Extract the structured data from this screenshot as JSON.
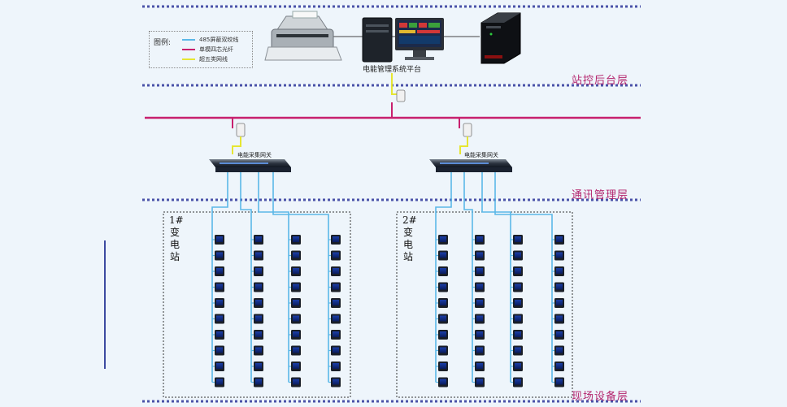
{
  "layers": {
    "station": "站控后台层",
    "comm": "通讯管理层",
    "field": "现场设备层"
  },
  "legend": {
    "title": "图例:",
    "items": [
      {
        "label": "485屏蔽双绞线",
        "color": "#5bb8e8"
      },
      {
        "label": "单模四芯光纤",
        "color": "#c8206e"
      },
      {
        "label": "超五类网线",
        "color": "#e6e632"
      }
    ]
  },
  "platform": {
    "label": "电能管理系统平台",
    "devices": [
      "printer-icon",
      "computer-icon",
      "ups-icon"
    ]
  },
  "gateways": [
    {
      "label": "电能采集网关"
    },
    {
      "label": "电能采集网关"
    }
  ],
  "stations": [
    {
      "name": "1#变电站",
      "chars": [
        "1#",
        "变",
        "电",
        "站"
      ],
      "meter_columns": 4,
      "meters_per_column": 10
    },
    {
      "name": "2#变电站",
      "chars": [
        "2#",
        "变",
        "电",
        "站"
      ],
      "meter_columns": 4,
      "meters_per_column": 10
    }
  ],
  "colors": {
    "rs485": "#5bb8e8",
    "fiber": "#c8206e",
    "cat5e": "#e6e632",
    "layer_divider": "#4a52a8",
    "layer_label": "#b4256e"
  }
}
